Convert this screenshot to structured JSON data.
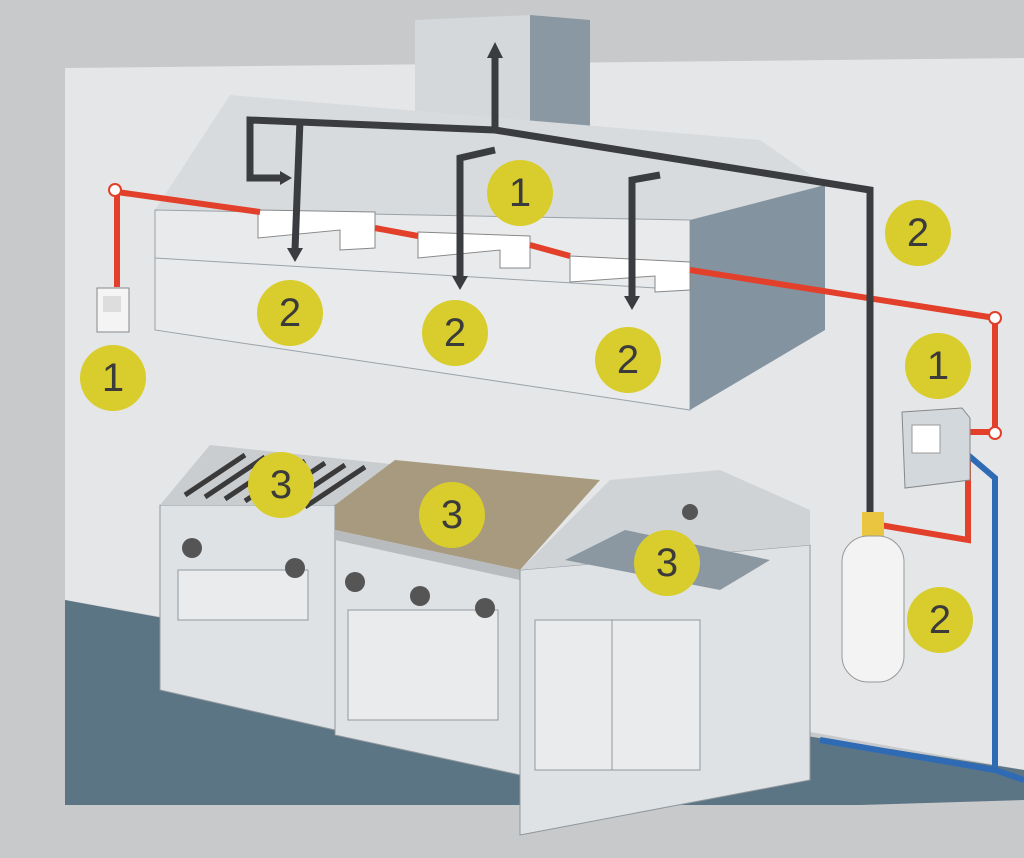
{
  "diagram": {
    "colors": {
      "badge": "#d8cd2c",
      "badge_text": "#3b3b3b",
      "detection_line": "#e2402a",
      "duct_pipe": "#3a3c40",
      "water_pipe": "#2f6bb5",
      "wall": "#e4e6e8",
      "floor": "#5b7584"
    },
    "badges": [
      {
        "label": "1"
      },
      {
        "label": "2"
      },
      {
        "label": "2"
      },
      {
        "label": "2"
      },
      {
        "label": "2"
      },
      {
        "label": "1"
      },
      {
        "label": "1"
      },
      {
        "label": "3"
      },
      {
        "label": "3"
      },
      {
        "label": "3"
      },
      {
        "label": "2"
      }
    ]
  }
}
